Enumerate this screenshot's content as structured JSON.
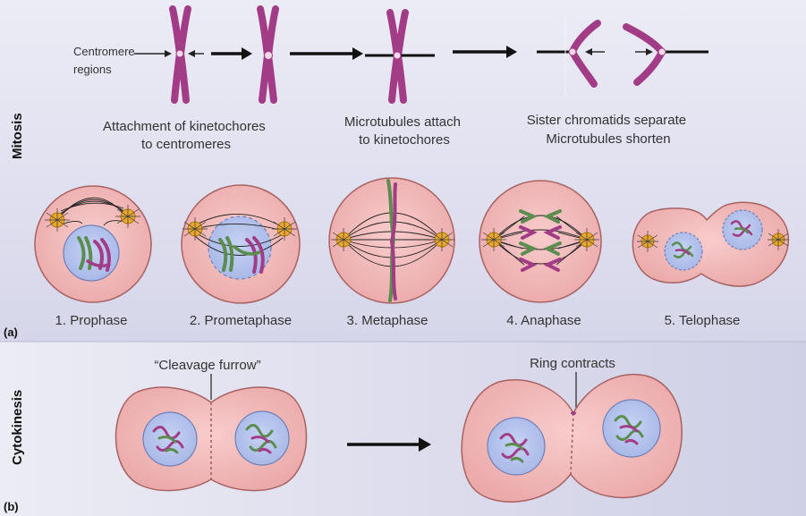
{
  "colors": {
    "panel_a_bg": "#dcdcee",
    "panel_b_bg": "#d6d6ea",
    "cell_fill": "#f2bcbc",
    "cell_stroke": "#a86262",
    "nucleus_fill": "#b8c6ee",
    "nucleus_stroke": "#6f80b8",
    "chromosome_purple": "#a23c86",
    "chromosome_green": "#5a8d4e",
    "centrosome": "#e8a830",
    "microtubule": "#2a2a2a"
  },
  "mitosis": {
    "side_label": "Mitosis",
    "panel_label": "(a)",
    "centromere_label": [
      "Centromere",
      "regions"
    ],
    "captions": [
      [
        "Attachment of kinetochores",
        "to centromeres"
      ],
      [
        "Microtubules attach",
        "to kinetochores"
      ],
      [
        "Sister chromatids separate",
        "Microtubules shorten"
      ]
    ],
    "phases": [
      "1. Prophase",
      "2. Prometaphase",
      "3. Metaphase",
      "4. Anaphase",
      "5. Telophase"
    ]
  },
  "cytokinesis": {
    "side_label": "Cytokinesis",
    "panel_label": "(b)",
    "cleavage_label": "“Cleavage furrow”",
    "ring_label": "Ring contracts"
  }
}
